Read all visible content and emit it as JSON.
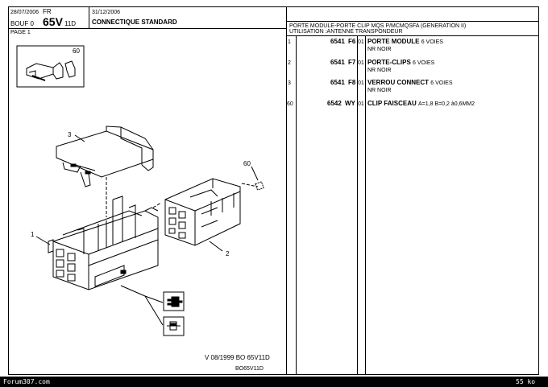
{
  "header": {
    "date": "28/07/2006",
    "lang": "FR",
    "model_prefix": "BOUF 0",
    "model_code": "65V",
    "model_suffix": "11D",
    "page": "PAGE 1",
    "rev_date": "31/12/2006",
    "section_title": "CONNECTIQUE STANDARD",
    "part_title": "PORTE MODULE-PORTE CLIP MQS  P/MCMQSFA (GENERATION II)",
    "usage": "UTILISATION :ANTENNE TRANSPONDEUR"
  },
  "parts": [
    {
      "num": "1",
      "ref_a": "6541",
      "ref_b": "F6",
      "qty": "01",
      "name": "PORTE MODULE",
      "name_extra": "6 VOIES",
      "detail": "NR NOIR"
    },
    {
      "num": "2",
      "ref_a": "6541",
      "ref_b": "F7",
      "qty": "01",
      "name": "PORTE-CLIPS",
      "name_extra": "6 VOIES",
      "detail": "NR NOIR"
    },
    {
      "num": "3",
      "ref_a": "6541",
      "ref_b": "F8",
      "qty": "01",
      "name": "VERROU CONNECT",
      "name_extra": "6 VOIES",
      "detail": "NR NOIR"
    },
    {
      "num": "60",
      "ref_a": "6542",
      "ref_b": "WY",
      "qty": "01",
      "name": "CLIP FAISCEAU",
      "name_extra": "A=1,8 B=0,2 à0,6MM2",
      "detail": ""
    }
  ],
  "diagram": {
    "callouts": [
      "60",
      "3",
      "60",
      "1",
      "2"
    ],
    "footer_line": "V   08/1999  BO 65V11D",
    "footer_code": "BO65V11D"
  },
  "footer": {
    "site": "Forum307.com",
    "size": "55 ko"
  }
}
